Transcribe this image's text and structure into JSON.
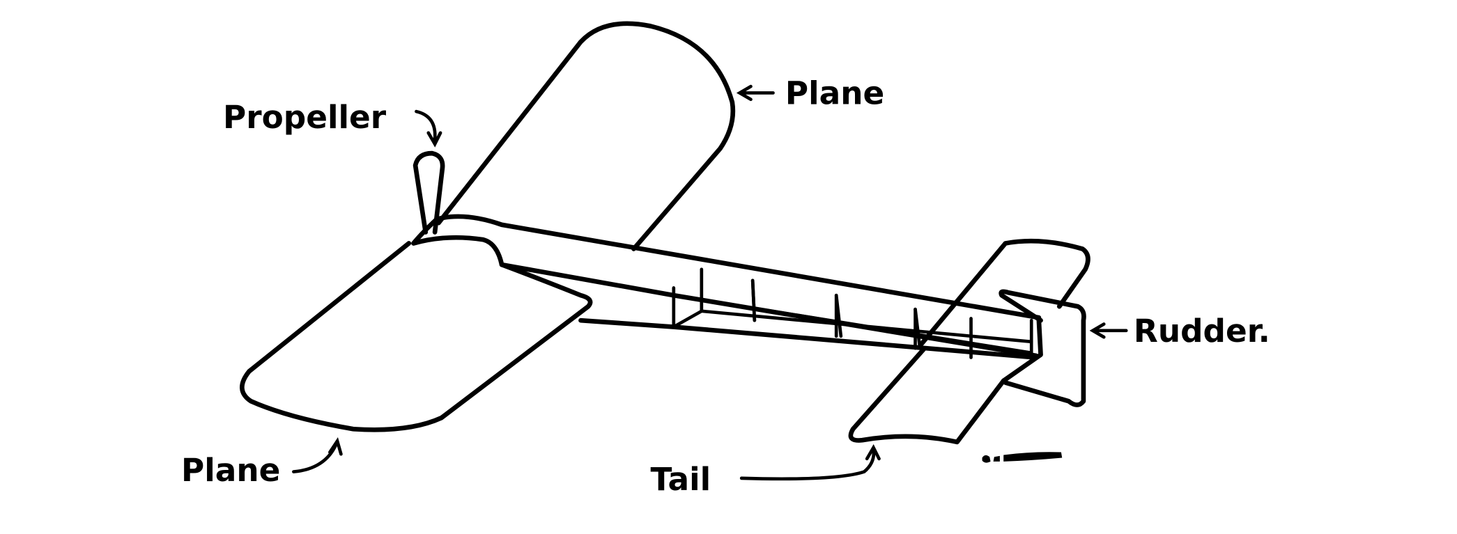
{
  "labels": {
    "propeller": "Propeller",
    "plane_upper": "Plane",
    "plane_lower": "Plane",
    "rudder": "Rudder.",
    "tail": "Tail"
  },
  "signature": "illegible artist signature",
  "colors": {
    "ink": "#000000",
    "background": "#ffffff"
  }
}
